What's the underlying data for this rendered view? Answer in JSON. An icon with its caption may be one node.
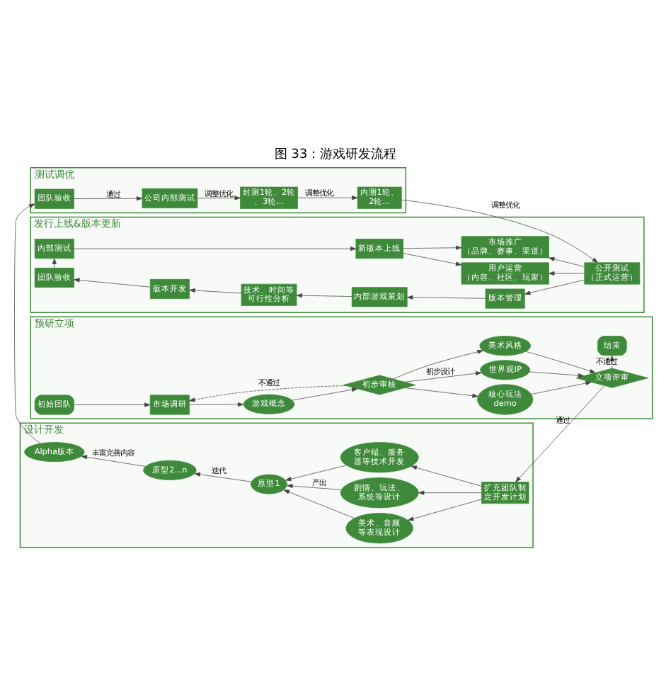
{
  "diagram": {
    "title": "图 33：游戏研发流程",
    "nodes": [
      {
        "text": [
          "预研立项"
        ]
      },
      {
        "text": [
          "初始团队"
        ],
        "in": 0
      },
      {
        "text": [
          "市场调研"
        ],
        "in": 0
      },
      {
        "text": [
          "游戏概念"
        ],
        "in": 0
      },
      {
        "text": [
          "初步审核"
        ],
        "in": 0
      },
      {
        "text": [
          "核心玩法 demo"
        ],
        "in": 0
      },
      {
        "text": [
          "世界观IP"
        ],
        "in": 0
      },
      {
        "text": [
          "美术风格"
        ],
        "in": 0
      },
      {
        "text": [
          "立项评审"
        ],
        "in": 0
      },
      {
        "text": [
          "结束"
        ],
        "in": 0
      },
      {
        "text": [
          "设计开发"
        ]
      },
      {
        "text": [
          "扩充团队制定开发计划"
        ],
        "in": 10
      },
      {
        "text": [
          "美术、音频等表现设计"
        ],
        "in": 10
      },
      {
        "text": [
          "剧情、玩法、系统等设计"
        ],
        "in": 10
      },
      {
        "text": [
          "客户端、服务器等技术开发"
        ],
        "in": 10
      },
      {
        "text": [
          "原型1"
        ],
        "in": 10
      },
      {
        "text": [
          "原型2...n"
        ],
        "in": 10
      },
      {
        "text": [
          "Alpha版本"
        ],
        "in": 10
      },
      {
        "text": [
          "测试调优"
        ]
      },
      {
        "text": [
          "团队验收"
        ],
        "in": 18
      },
      {
        "text": [
          "公司内部测试"
        ],
        "in": 18
      },
      {
        "text": [
          "封测1轮、2轮、3轮..."
        ],
        "in": 18
      },
      {
        "text": [
          "内测1轮、2轮..."
        ],
        "in": 18
      },
      {
        "text": [
          "发行上线&版本更新"
        ]
      },
      {
        "text": [
          "公开测试（正式运营）"
        ],
        "in": 23
      },
      {
        "text": [
          "版本管理"
        ],
        "in": 23
      },
      {
        "text": [
          "内部游戏策划"
        ],
        "in": 23
      },
      {
        "text": [
          "技术、时间等可行性分析"
        ],
        "in": 23
      },
      {
        "text": [
          "版本开发"
        ],
        "in": 23
      },
      {
        "text": [
          "团队验收"
        ],
        "in": 23
      },
      {
        "text": [
          "内部测试"
        ],
        "in": 23
      },
      {
        "text": [
          "新版本上线"
        ],
        "in": 23
      },
      {
        "text": [
          "市场推广（品牌、赛事、渠道）"
        ],
        "in": 23
      },
      {
        "text": [
          "用户运营（内容、社区、玩家）"
        ],
        "in": 23
      }
    ],
    "edges": [
      {
        "from": 1,
        "to": 2,
        "arrow": "to"
      },
      {
        "from": 2,
        "to": 3,
        "arrow": "to"
      },
      {
        "from": 3,
        "to": 4,
        "arrow": "to"
      },
      {
        "from": 4,
        "to": 2,
        "arrow": "to",
        "label": "不通过",
        "style": "dashed"
      },
      {
        "from": 4,
        "to": 5,
        "arrow": "to"
      },
      {
        "from": 4,
        "to": 6,
        "arrow": "to",
        "label": "初步设计"
      },
      {
        "from": 4,
        "to": 7,
        "arrow": "to"
      },
      {
        "from": 5,
        "to": 8,
        "arrow": "to"
      },
      {
        "from": 6,
        "to": 8,
        "arrow": "to"
      },
      {
        "from": 7,
        "to": 8,
        "arrow": "to"
      },
      {
        "from": 8,
        "to": 9,
        "arrow": "to",
        "label": "不通过",
        "style": "dashed"
      },
      {
        "from": 8,
        "to": 11,
        "arrow": "to",
        "label": "通过"
      },
      {
        "from": 11,
        "to": 12,
        "arrow": "to"
      },
      {
        "from": 11,
        "to": 13,
        "arrow": "to"
      },
      {
        "from": 11,
        "to": 14,
        "arrow": "to"
      },
      {
        "from": 12,
        "to": 15,
        "arrow": "to"
      },
      {
        "from": 13,
        "to": 15,
        "arrow": "to",
        "label": "产出"
      },
      {
        "from": 14,
        "to": 15,
        "arrow": "to"
      },
      {
        "from": 15,
        "to": 16,
        "arrow": "to",
        "label": "迭代"
      },
      {
        "from": 16,
        "to": 17,
        "arrow": "to",
        "label": "丰富完善内容"
      },
      {
        "from": 17,
        "to": 19,
        "arrow": "to"
      },
      {
        "from": 19,
        "to": 20,
        "arrow": "to",
        "label": "通过"
      },
      {
        "from": 20,
        "to": 21,
        "arrow": "to",
        "label": "调整优化"
      },
      {
        "from": 21,
        "to": 22,
        "arrow": "to",
        "label": "调整优化"
      },
      {
        "from": 22,
        "to": 24,
        "arrow": "to",
        "label": "调整优化"
      },
      {
        "from": 24,
        "to": 25,
        "arrow": "to"
      },
      {
        "from": 24,
        "to": 32,
        "arrow": "to"
      },
      {
        "from": 24,
        "to": 33,
        "arrow": "to"
      },
      {
        "from": 25,
        "to": 26,
        "arrow": "to"
      },
      {
        "from": 26,
        "to": 27,
        "arrow": "to"
      },
      {
        "from": 27,
        "to": 28,
        "arrow": "to"
      },
      {
        "from": 28,
        "to": 29,
        "arrow": "to"
      },
      {
        "from": 29,
        "to": 30,
        "arrow": "to"
      },
      {
        "from": 30,
        "to": 31,
        "arrow": "to"
      },
      {
        "from": 31,
        "to": 32,
        "arrow": "to"
      },
      {
        "from": 31,
        "to": 33,
        "arrow": "to"
      }
    ]
  }
}
